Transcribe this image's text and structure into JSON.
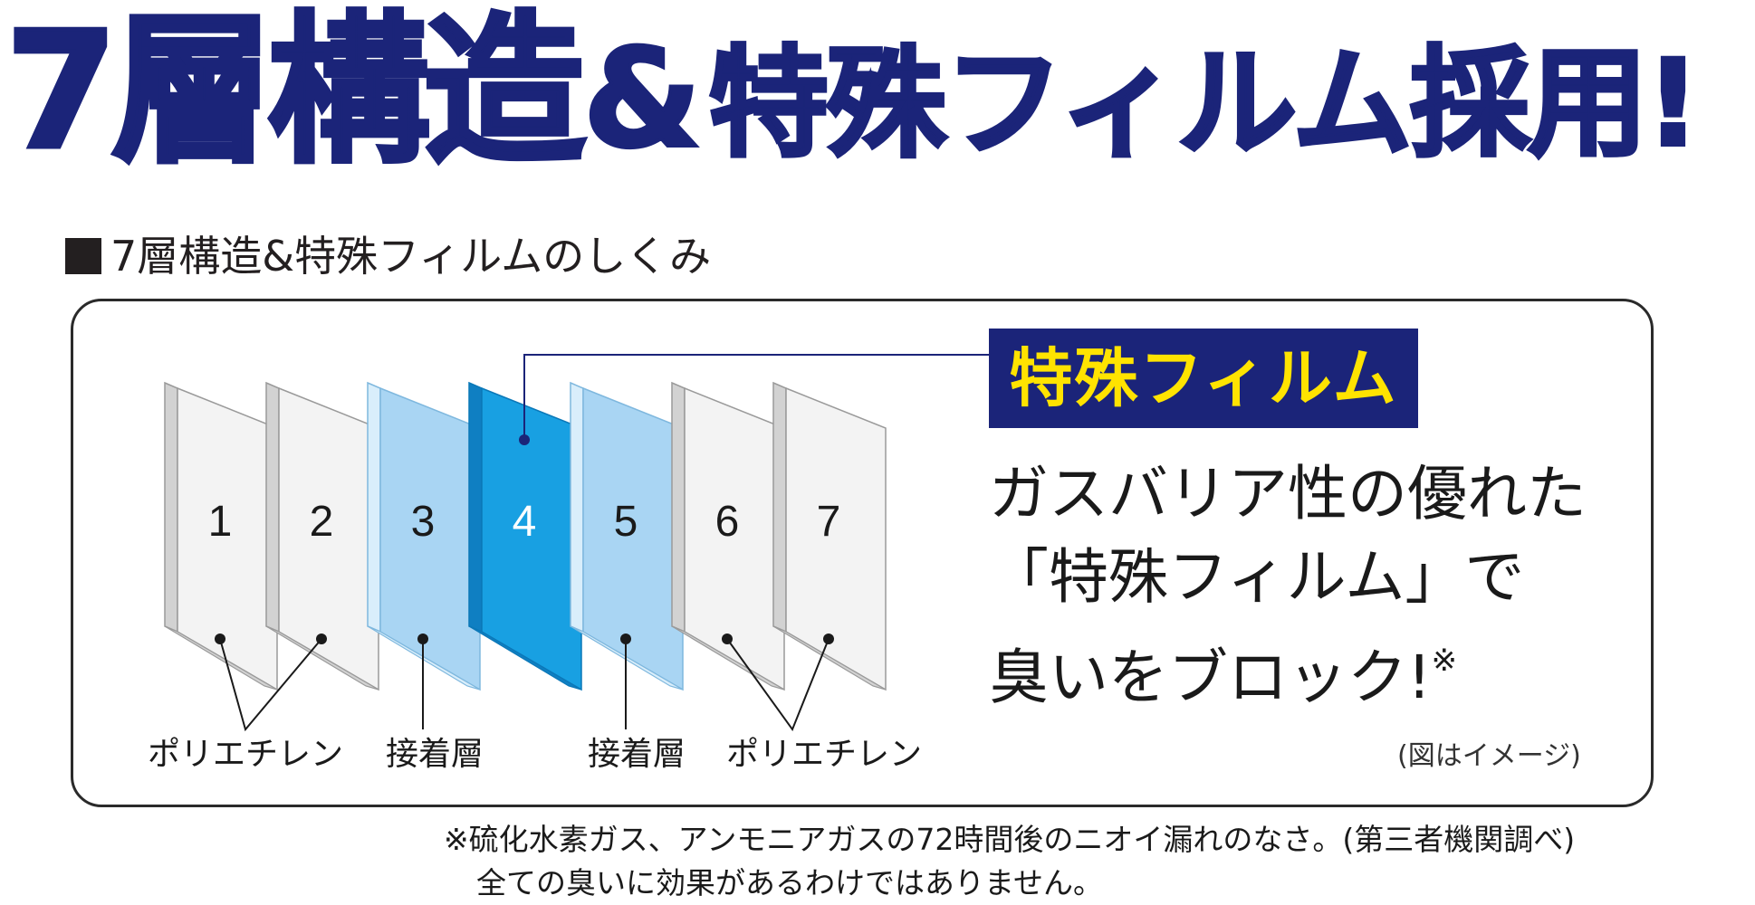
{
  "headline": {
    "part1": "7層構造",
    "amp": "&",
    "part2": "特殊フィルム採用!"
  },
  "section_title": "7層構造&特殊フィルムのしくみ",
  "colors": {
    "navy": "#1b2479",
    "badge_text": "#ffe300",
    "polyethylene_face": "#f3f3f3",
    "adhesive_face": "#a9d5f3",
    "film_face": "#18a0e2"
  },
  "layers": [
    {
      "number": "1",
      "kind": "polyethylene"
    },
    {
      "number": "2",
      "kind": "polyethylene"
    },
    {
      "number": "3",
      "kind": "adhesive"
    },
    {
      "number": "4",
      "kind": "film"
    },
    {
      "number": "5",
      "kind": "adhesive"
    },
    {
      "number": "6",
      "kind": "polyethylene"
    },
    {
      "number": "7",
      "kind": "polyethylene"
    }
  ],
  "labels": {
    "left_polyethylene": "ポリエチレン",
    "adhesive_left": "接着層",
    "adhesive_right": "接着層",
    "right_polyethylene": "ポリエチレン"
  },
  "film_badge": "特殊フィルム",
  "description": {
    "line1": "ガスバリア性の優れた",
    "line2": "「特殊フィルム」で",
    "line3": "臭いをブロック!",
    "mark": "※"
  },
  "image_note": "(図はイメージ)",
  "footnote": {
    "line1": "※硫化水素ガス、アンモニアガスの72時間後のニオイ漏れのなさ。(第三者機関調べ)",
    "line2": "全ての臭いに効果があるわけではありません。"
  }
}
